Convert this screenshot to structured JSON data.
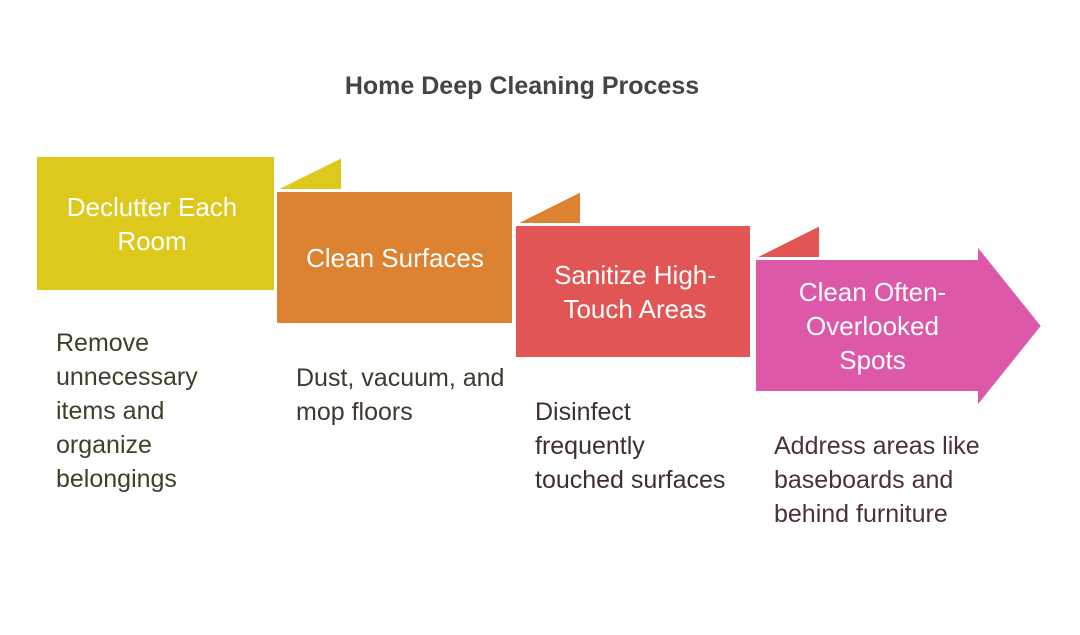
{
  "title": "Home Deep Cleaning Process",
  "colors": {
    "step1": "#DDC91B",
    "step2": "#DD8231",
    "step3": "#E15655",
    "step4": "#DD58A9"
  },
  "steps": [
    {
      "label": "Declutter Each Room",
      "description": "Remove unnecessary items and organize belongings"
    },
    {
      "label": "Clean Surfaces",
      "description": "Dust, vacuum, and mop floors"
    },
    {
      "label": "Sanitize High-Touch Areas",
      "description": "Disinfect frequently touched surfaces"
    },
    {
      "label": "Clean Often-Overlooked Spots",
      "description": "Address areas like baseboards and behind furniture"
    }
  ]
}
